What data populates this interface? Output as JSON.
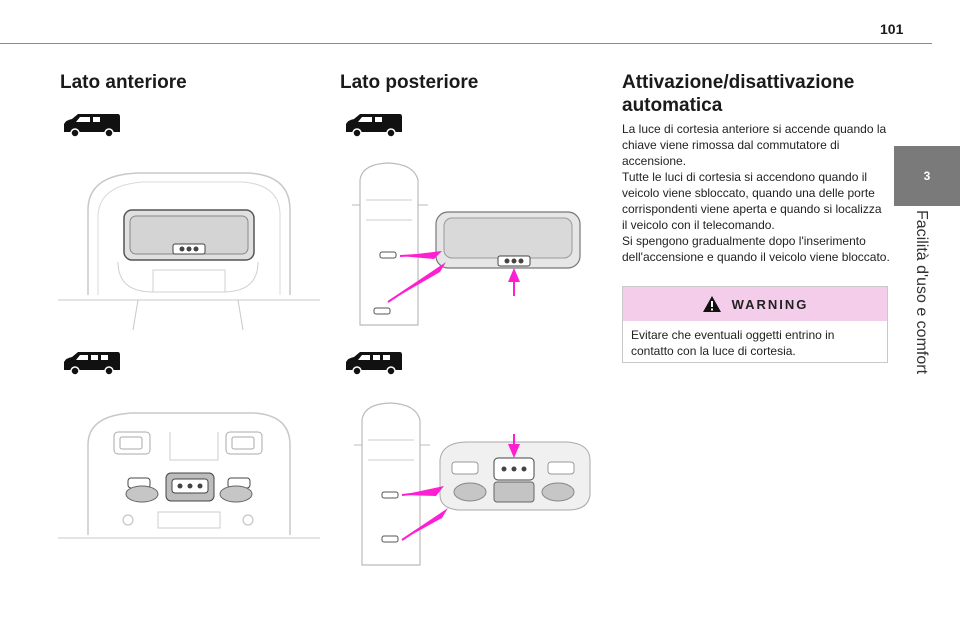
{
  "page": {
    "number": "101",
    "chapter_number": "3",
    "chapter_title": "Facilità d'uso e comfort"
  },
  "sections": {
    "front": {
      "heading": "Lato anteriore"
    },
    "rear": {
      "heading": "Lato posteriore"
    },
    "auto": {
      "heading": "Attivazione/disattivazione automatica",
      "paragraphs": [
        "La luce di cortesia anteriore si accende quando la chiave viene rimossa dal commutatore di accensione.",
        "Tutte le luci di cortesia si accendono quando il veicolo viene sbloccato, quando una delle porte corrispondenti viene aperta e quando si localizza il veicolo con il telecomando.",
        "Si spengono gradualmente dopo l'inserimento dell'accensione e quando il veicolo viene bloccato."
      ]
    }
  },
  "warning": {
    "label": "WARNING",
    "text": "Evitare che eventuali oggetti entrino in contatto con la luce di cortesia."
  },
  "icons": [
    "van-short-icon",
    "van-long-icon",
    "warning-triangle-icon",
    "courtesy-light-illustration",
    "vehicle-top-view-illustration"
  ],
  "colors": {
    "accent_magenta": "#ff1fd2",
    "warning_bg": "#f3cdea",
    "tab_bg": "#7a7a7a"
  }
}
